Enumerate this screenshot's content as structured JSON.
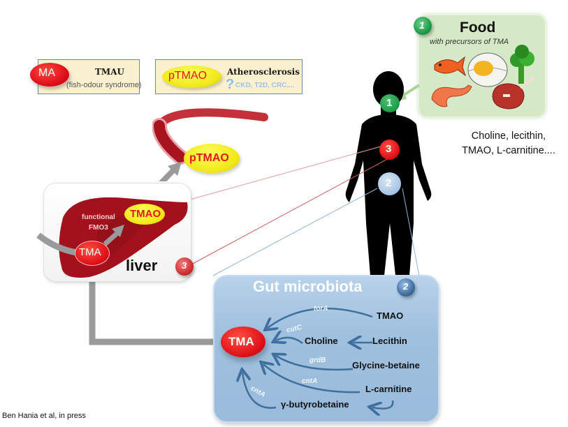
{
  "disease_boxes": [
    {
      "marker_label": "MA",
      "title": "TMAU",
      "subtitle": "(fish-odour syndrome)"
    },
    {
      "marker_label": "pTMAO",
      "title": "Atherosclerosis",
      "question_icon": "question-mark-icon",
      "subtitle": "CKD, T2D, CRC,..."
    }
  ],
  "food_box": {
    "step_number": "1",
    "title": "Food",
    "subtitle": "with precursors of TMA",
    "icons": [
      "fish-icon",
      "egg-icon",
      "broccoli-icon",
      "shrimp-icon",
      "ham-icon"
    ]
  },
  "precursor_note": {
    "line1": "Choline, lecithin,",
    "line2": "TMAO, L-carnitine...."
  },
  "body_markers": [
    "1",
    "3",
    "2"
  ],
  "blood_vessel": {
    "label": "pTMAO"
  },
  "liver_box": {
    "title": "liver",
    "step_number": "3",
    "enzyme_line1": "functional",
    "enzyme_line2": "FMO3",
    "substrate": "TMA",
    "product": "TMAO"
  },
  "gut_box": {
    "title": "Gut microbiota",
    "step_number": "2",
    "target": "TMA",
    "sources": [
      "TMAO",
      "Choline",
      "Lecithin",
      "Glycine-betaine",
      "L-carnitine",
      "γ-butyrobetaine"
    ],
    "enzymes": [
      "torA",
      "cutC",
      "grdB",
      "cntA",
      "cntA"
    ]
  },
  "citation": "Ben Hania et al, in press",
  "colors": {
    "liver_red": "#a3121c",
    "tma_red": "#e8141a",
    "yellow": "#f2ec1a",
    "gut_blue": "#9fc0de",
    "food_green": "#d4e8c4",
    "marker_green": "#1f9e4a",
    "marker_light_blue": "#a9c6e4",
    "arrow_grey": "#9a9a9a",
    "pathway_blue": "#3f6f9e"
  }
}
